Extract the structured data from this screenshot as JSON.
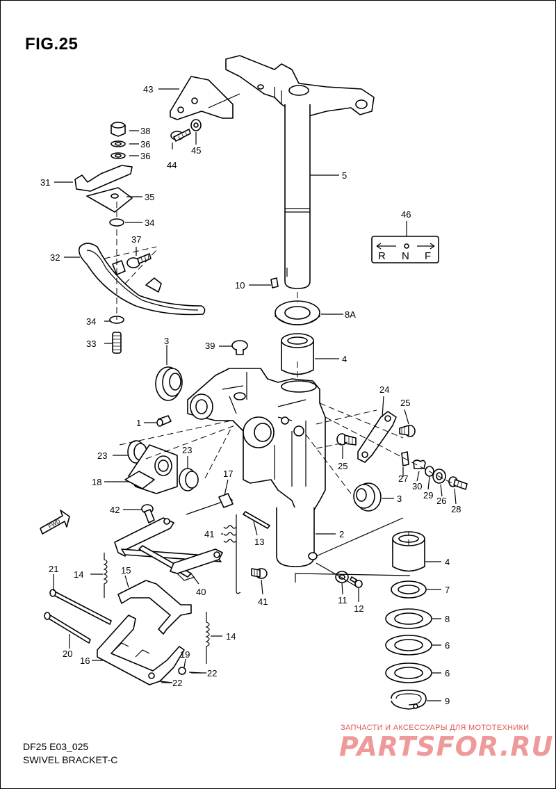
{
  "figure": {
    "title": "FIG.25",
    "footer_code": "DF25 E03_025",
    "footer_name": "SWIVEL BRACKET-C",
    "fwd_label": "FWD"
  },
  "sign": {
    "number": "46",
    "letters": [
      "R",
      "N",
      "F"
    ]
  },
  "watermark": {
    "line1": "ЗАПЧАСТИ И АКСЕССУАРЫ ДЛЯ МОТОТЕХНИКИ",
    "line2": "PARTSFOR.RU"
  },
  "callouts": [
    "43",
    "38",
    "36",
    "36",
    "44",
    "45",
    "31",
    "35",
    "34",
    "37",
    "32",
    "34",
    "33",
    "5",
    "10",
    "8A",
    "4",
    "3",
    "39",
    "1",
    "23",
    "23",
    "18",
    "42",
    "17",
    "41",
    "13",
    "24",
    "25",
    "25",
    "27",
    "30",
    "29",
    "26",
    "28",
    "3",
    "2",
    "4",
    "7",
    "8",
    "6",
    "6",
    "9",
    "21",
    "14",
    "15",
    "40",
    "41",
    "11",
    "12",
    "20",
    "16",
    "19",
    "22",
    "22",
    "14"
  ]
}
